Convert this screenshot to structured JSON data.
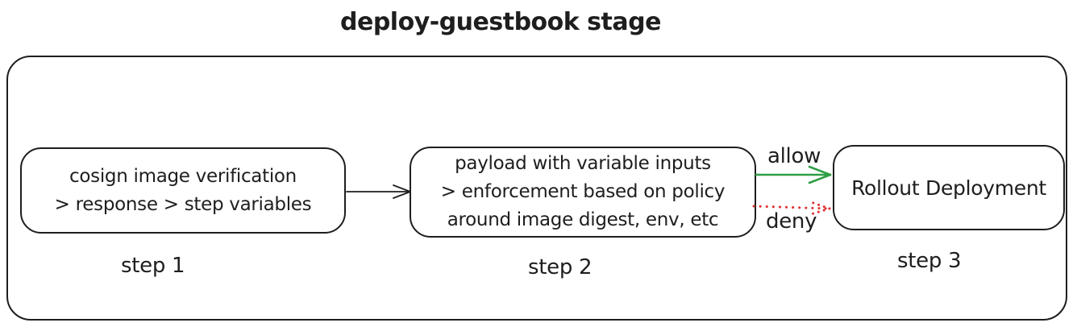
{
  "title": "deploy-guestbook stage",
  "colors": {
    "ink": "#1e1e1e",
    "background": "#ffffff",
    "allow_green": "#2f9e44",
    "deny_red": "#e03131"
  },
  "stage": {
    "steps": [
      {
        "caption": "step 1",
        "lines": [
          "cosign image verification",
          "> response > step variables"
        ]
      },
      {
        "caption": "step 2",
        "lines": [
          "payload with variable inputs",
          "> enforcement based on policy",
          "around image digest, env, etc"
        ]
      },
      {
        "caption": "step 3",
        "lines": [
          "Rollout Deployment"
        ]
      }
    ],
    "arrows": [
      {
        "name": "step1-to-step2",
        "style": "solid",
        "color": "#1e1e1e",
        "label": ""
      },
      {
        "name": "allow",
        "style": "solid",
        "color": "#2f9e44",
        "label": "allow"
      },
      {
        "name": "deny",
        "style": "dotted",
        "color": "#e03131",
        "label": "deny"
      }
    ]
  }
}
